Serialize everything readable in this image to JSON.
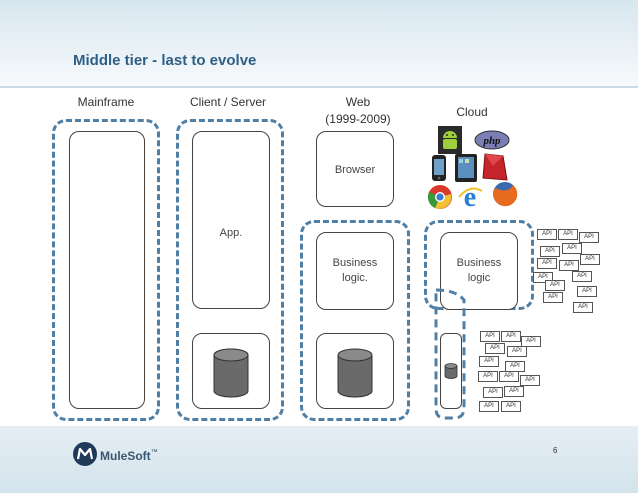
{
  "slide": {
    "title": "Middle tier - last to evolve",
    "columns": {
      "mainframe": "Mainframe",
      "client_server": "Client / Server",
      "web_title": "Web",
      "web_years": "(1999-2009)",
      "cloud": "Cloud"
    },
    "boxes": {
      "app": "App.",
      "browser": "Browser",
      "web_business_1": "Business",
      "web_business_2": "logic.",
      "cloud_business_1": "Business",
      "cloud_business_2": "logic"
    },
    "api_label": "API",
    "page_number": "6",
    "footer": {
      "brand": "MuleSoft",
      "trademark": "™"
    },
    "colors": {
      "title": "#2e5f86",
      "dashed_outline": "#4f7fa5",
      "database": "#6a6a6a"
    }
  }
}
